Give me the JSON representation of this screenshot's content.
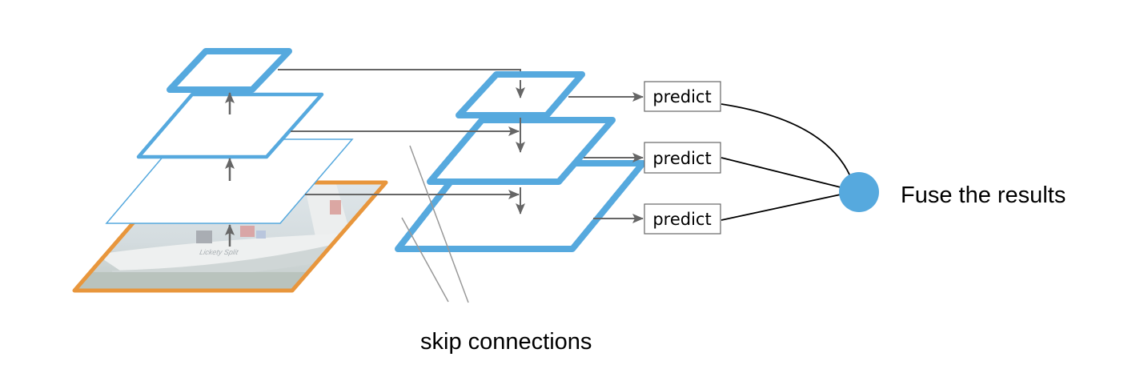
{
  "diagram": {
    "left_pyramid": {
      "input_image": "sailboat photo (Lickety Split)",
      "levels": 3
    },
    "right_pyramid": {
      "levels": 3
    },
    "predict_boxes": [
      "predict",
      "predict",
      "predict"
    ],
    "fuse_label": "Fuse the results",
    "skip_label": "skip connections",
    "colors": {
      "layer_blue": "#56A9DE",
      "image_border": "#E8963C",
      "arrow_gray": "#666666",
      "skip_line": "#999999",
      "fuse_node": "#56A9DE"
    }
  }
}
